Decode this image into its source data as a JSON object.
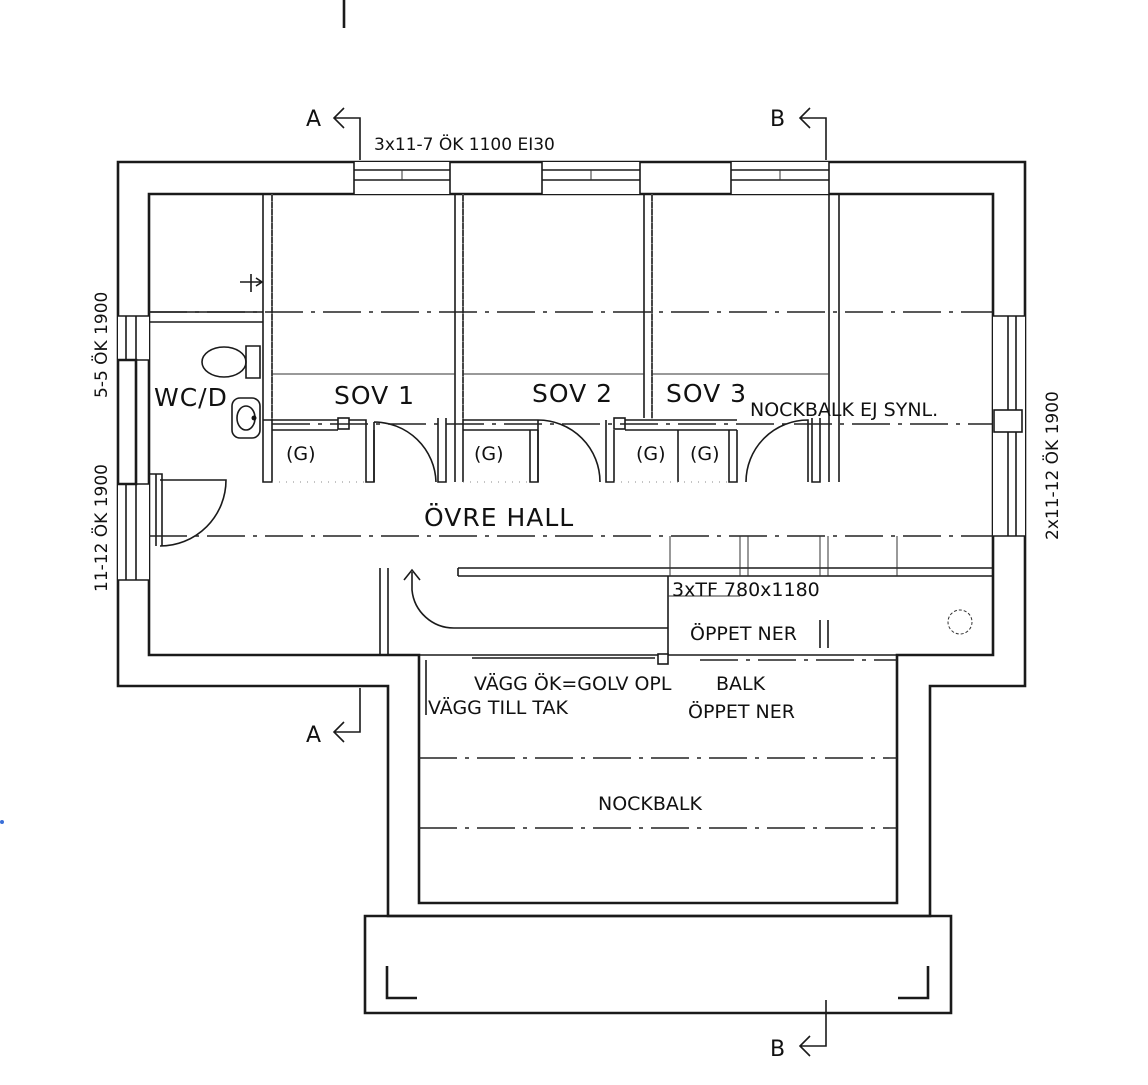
{
  "plan": {
    "rooms": {
      "wc": "WC/D",
      "sov1": "SOV 1",
      "sov2": "SOV 2",
      "sov3": "SOV 3",
      "hall": "ÖVRE HALL"
    },
    "closet_label": "(G)",
    "notes": {
      "top_window": "3x11-7 ÖK 1100 EI30",
      "left_window_upper": "5-5 ÖK 1900",
      "left_window_lower": "11-12 ÖK 1900",
      "right_window": "2x11-12 ÖK 1900",
      "ridge_not_visible": "NOCKBALK EJ SYNL.",
      "roof_windows": "3xTF 780x1180",
      "open_down_1": "ÖPPET NER",
      "wall_floor": "VÄGG ÖK=GOLV OPL",
      "wall_ceiling": "VÄGG TILL TAK",
      "beam": "BALK",
      "open_down_2": "ÖPPET NER",
      "ridge_beam": "NOCKBALK"
    },
    "section_marks": {
      "a_top": "A",
      "b_top": "B",
      "a_bottom": "A",
      "b_bottom": "B"
    }
  }
}
